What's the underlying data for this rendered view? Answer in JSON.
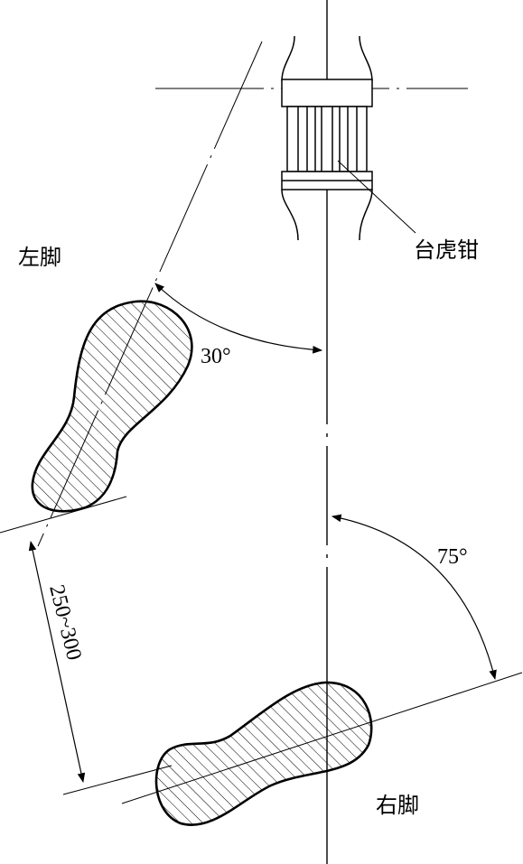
{
  "labels": {
    "left_foot": "左脚",
    "right_foot": "右脚",
    "vise": "台虎钳",
    "angle_left": "30°",
    "angle_right": "75°",
    "distance": "250~300"
  }
}
